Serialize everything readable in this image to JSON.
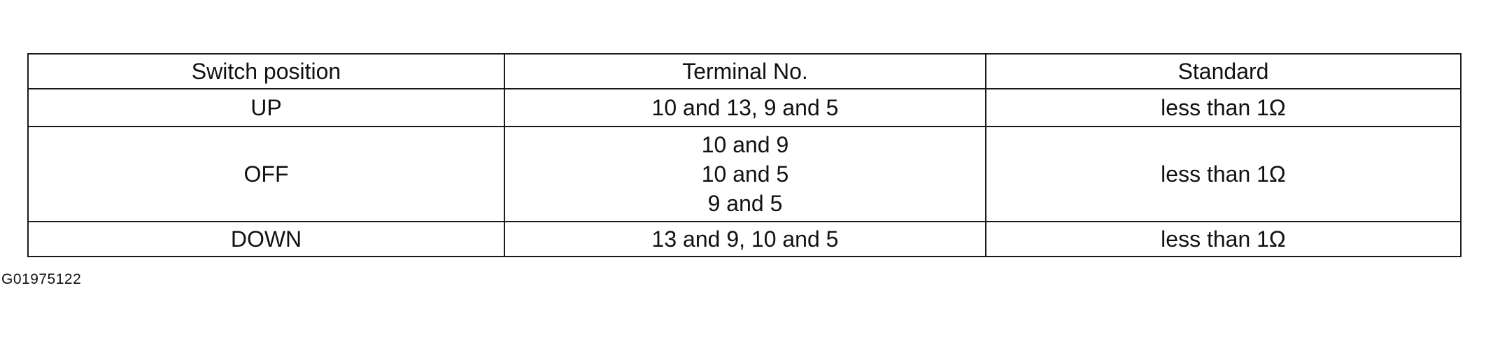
{
  "table": {
    "headers": [
      "Switch position",
      "Terminal No.",
      "Standard"
    ],
    "rows": [
      {
        "position": "UP",
        "terminals": [
          "10 and 13, 9 and 5"
        ],
        "standard": "less than 1Ω"
      },
      {
        "position": "OFF",
        "terminals": [
          "10 and 9",
          "10 and 5",
          "9 and 5"
        ],
        "standard": "less than 1Ω"
      },
      {
        "position": "DOWN",
        "terminals": [
          "13 and 9, 10 and 5"
        ],
        "standard": "less than 1Ω"
      }
    ]
  },
  "figure_id": "G01975122"
}
